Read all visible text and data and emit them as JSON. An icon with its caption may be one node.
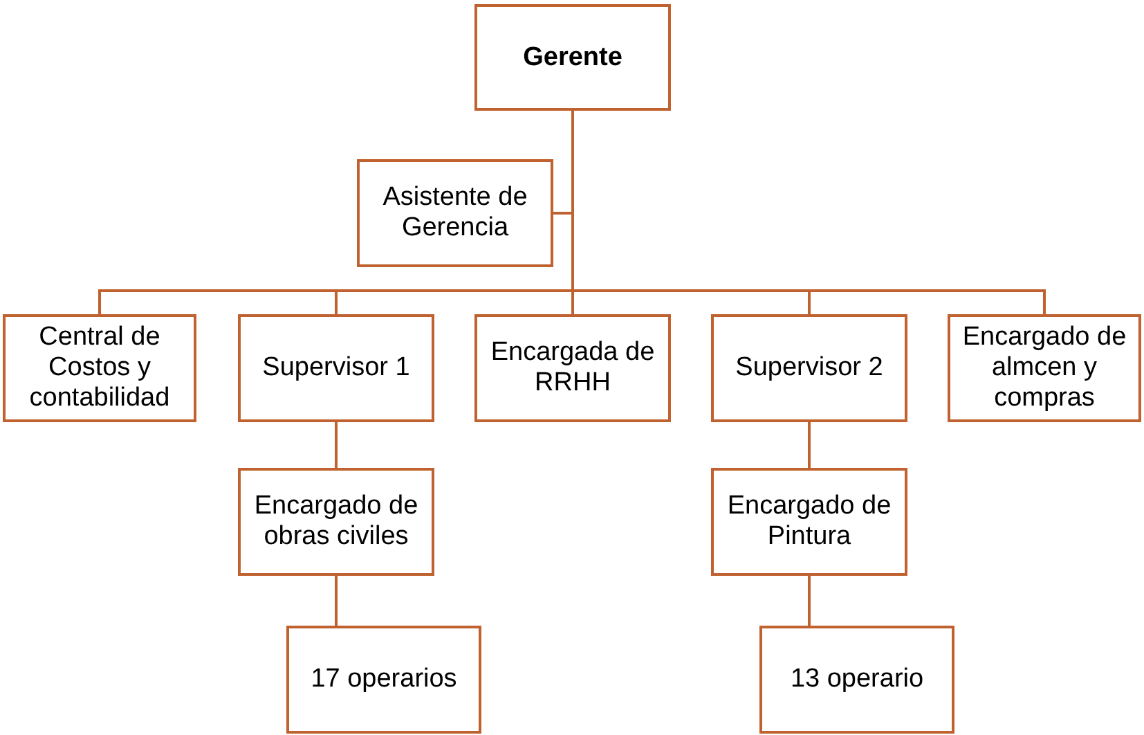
{
  "diagram": {
    "nodes": [
      {
        "text": [
          "Gerente"
        ]
      },
      {
        "text": [
          "Asistente de Gerencia"
        ]
      },
      {
        "text": [
          "Central de Costos y contabilidad"
        ]
      },
      {
        "text": [
          "Supervisor 1"
        ]
      },
      {
        "text": [
          "Encargada de RRHH"
        ]
      },
      {
        "text": [
          "Supervisor 2"
        ]
      },
      {
        "text": [
          "Encargado de almcen y compras"
        ]
      },
      {
        "text": [
          "Encargado de obras civiles"
        ]
      },
      {
        "text": [
          "17 operarios"
        ]
      },
      {
        "text": [
          "Encargado de Pintura"
        ]
      },
      {
        "text": [
          "13 operario"
        ]
      }
    ],
    "edges": [
      {
        "from": 0,
        "to": 1,
        "arrow": "none"
      },
      {
        "from": 0,
        "to": 2,
        "arrow": "none"
      },
      {
        "from": 0,
        "to": 3,
        "arrow": "none"
      },
      {
        "from": 0,
        "to": 4,
        "arrow": "none"
      },
      {
        "from": 0,
        "to": 5,
        "arrow": "none"
      },
      {
        "from": 0,
        "to": 6,
        "arrow": "none"
      },
      {
        "from": 3,
        "to": 7,
        "arrow": "none"
      },
      {
        "from": 7,
        "to": 8,
        "arrow": "none"
      },
      {
        "from": 5,
        "to": 9,
        "arrow": "none"
      },
      {
        "from": 9,
        "to": 10,
        "arrow": "none"
      }
    ]
  }
}
